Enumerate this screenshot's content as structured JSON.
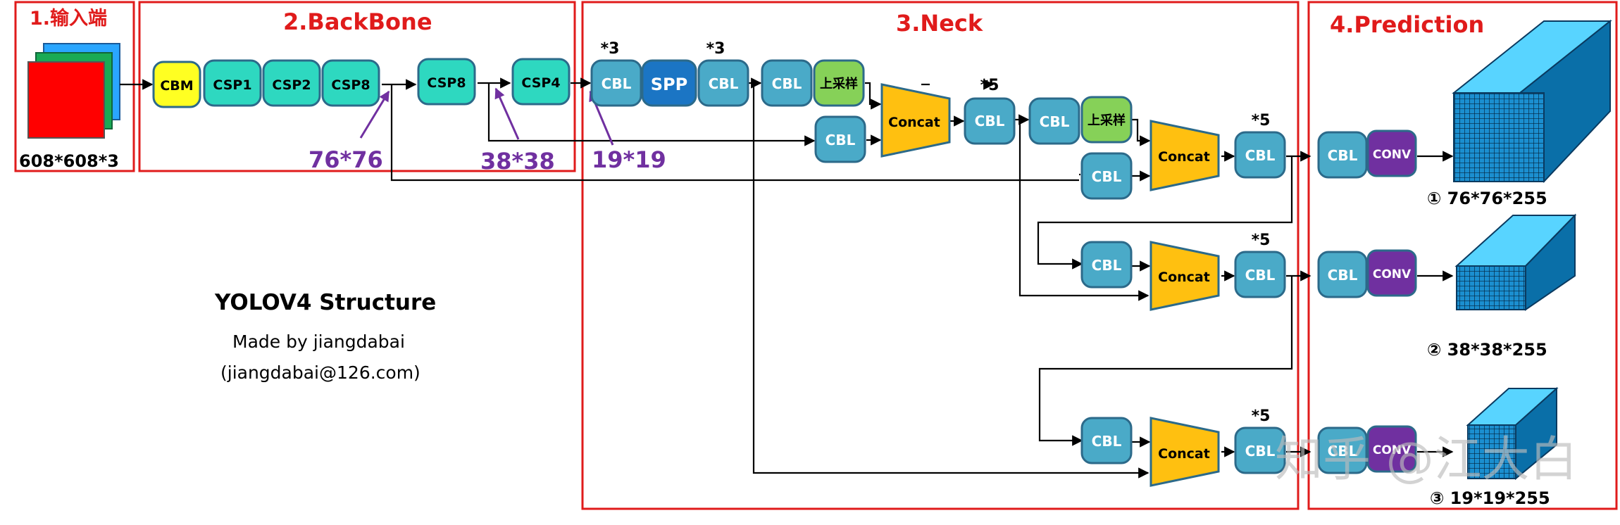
{
  "colors": {
    "section_border": "#e01b1b",
    "section_title": "#e01b1b",
    "cbl": "#4aaac8",
    "csp": "#2ed8c0",
    "cbm": "#ffff22",
    "spp": "#1b75c4",
    "upsample": "#86d158",
    "concat": "#ffc010",
    "conv": "#7030a0",
    "size_label": "#7030a0",
    "cube": "#1fb0ea",
    "cube_dark": "#0a6fa8",
    "cube_top": "#58d4ff",
    "arrow": "#000000",
    "input_red": "#ff0000",
    "input_green": "#1aaa55",
    "input_blue": "#2aa6ff",
    "watermark": "#bbbbbb"
  },
  "sections": {
    "input": "1.输入端",
    "backbone": "2.BackBone",
    "neck": "3.Neck",
    "prediction": "4.Prediction"
  },
  "input_size": "608*608*3",
  "blocks": {
    "cbm": "CBM",
    "csp1": "CSP1",
    "csp2": "CSP2",
    "csp8a": "CSP8",
    "csp8b": "CSP8",
    "csp4": "CSP4",
    "cbl": "CBL",
    "spp": "SPP",
    "upsample": "上采样",
    "concat": "Concat",
    "conv": "CONV"
  },
  "multipliers": {
    "x3": "*3",
    "x5": "*5"
  },
  "feature_sizes": [
    "76*76",
    "38*38",
    "19*19"
  ],
  "outputs": [
    "① 76*76*255",
    "② 38*38*255",
    "③ 19*19*255"
  ],
  "caption": {
    "title": "YOLOV4 Structure",
    "author": "Made by jiangdabai",
    "email": "(jiangdabai@126.com)"
  },
  "watermark": "知乎 @江大白"
}
